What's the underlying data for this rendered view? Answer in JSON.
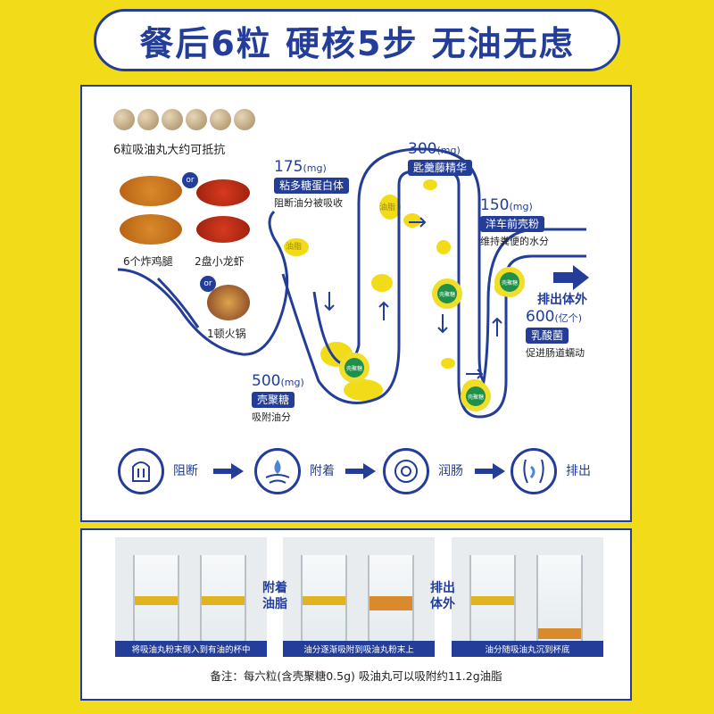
{
  "header": {
    "title": "餐后6粒 硬核5步 无油无虑"
  },
  "intro": {
    "balls_label": "6粒吸油丸大约可抵抗",
    "or_label": "or",
    "food1": "6个炸鸡腿",
    "food2": "2盘小龙虾",
    "food3": "1顿火锅"
  },
  "ingredients": [
    {
      "amount": "500",
      "unit": "(mg)",
      "name": "壳聚糖",
      "desc": "吸附油分"
    },
    {
      "amount": "175",
      "unit": "(mg)",
      "name": "粘多糖蛋白体",
      "desc": "阻断油分被吸收"
    },
    {
      "amount": "300",
      "unit": "(mg)",
      "name": "匙羹藤精华",
      "desc": ""
    },
    {
      "amount": "150",
      "unit": "(mg)",
      "name": "洋车前壳粉",
      "desc": "维持粪便的水分"
    },
    {
      "amount": "600",
      "unit": "(亿个)",
      "name": "乳酸菌",
      "desc": "促进肠道蠕动"
    }
  ],
  "intestine": {
    "oil_label": "油脂",
    "chitosan_label": "壳聚糖",
    "exit_label": "排出体外"
  },
  "steps": [
    {
      "label": "阻断",
      "icon": "block-icon"
    },
    {
      "label": "附着",
      "icon": "attach-icon"
    },
    {
      "label": "润肠",
      "icon": "intestine-icon"
    },
    {
      "label": "排出",
      "icon": "excrete-icon"
    }
  ],
  "experiment": {
    "captions": [
      "将吸油丸粉末倒入到有油的杯中",
      "油分逐渐吸附到吸油丸粉末上",
      "油分随吸油丸沉到杯底"
    ],
    "mid1": "附着\n油脂",
    "mid2": "排出\n体外",
    "note": "备注：每六粒(含壳聚糖0.5g) 吸油丸可以吸附约11.2g油脂"
  },
  "colors": {
    "brand": "#233d98",
    "accent": "#f2dc1a",
    "green": "#1f8f4a"
  }
}
